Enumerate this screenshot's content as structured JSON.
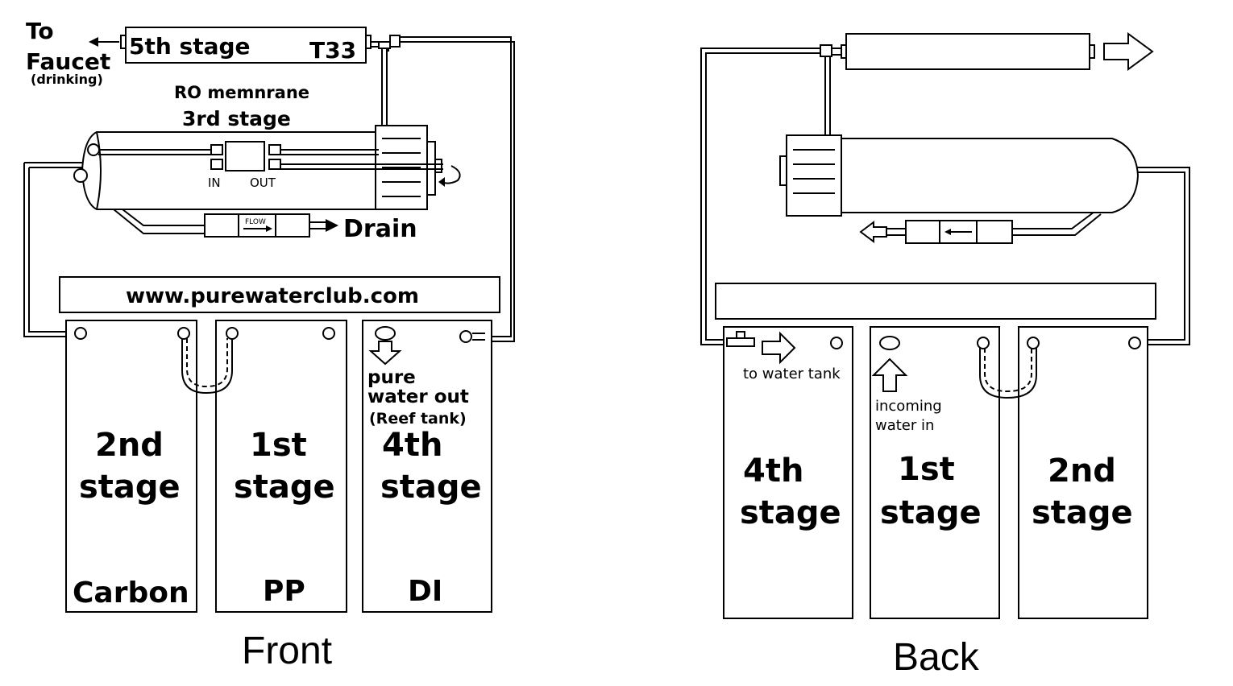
{
  "front": {
    "caption": "Front",
    "to_faucet_line1": "To",
    "to_faucet_line2": "Faucet",
    "to_faucet_line3": "(drinking)",
    "stage5_label": "5th stage",
    "t33_label": "T33",
    "ro_label_line1": "RO memnrane",
    "ro_label_line2": "3rd stage",
    "in_label": "IN",
    "out_label": "OUT",
    "flow_label": "FLOW",
    "drain_label": "Drain",
    "website": "www.purewaterclub.com",
    "housings": [
      {
        "line1": "2nd",
        "line2": "stage",
        "type": "Carbon"
      },
      {
        "line1": "1st",
        "line2": "stage",
        "type": "PP"
      },
      {
        "line1": "4th",
        "line2": "stage",
        "type": "DI"
      }
    ],
    "pure_water_line1": "pure",
    "pure_water_line2": "water out",
    "pure_water_line3": "(Reef tank)"
  },
  "back": {
    "caption": "Back",
    "to_water_tank": "to water tank",
    "incoming_line1": "incoming",
    "incoming_line2": "water  in",
    "housings": [
      {
        "line1": "4th",
        "line2": "stage"
      },
      {
        "line1": "1st",
        "line2": "stage"
      },
      {
        "line1": "2nd",
        "line2": "stage"
      }
    ]
  }
}
